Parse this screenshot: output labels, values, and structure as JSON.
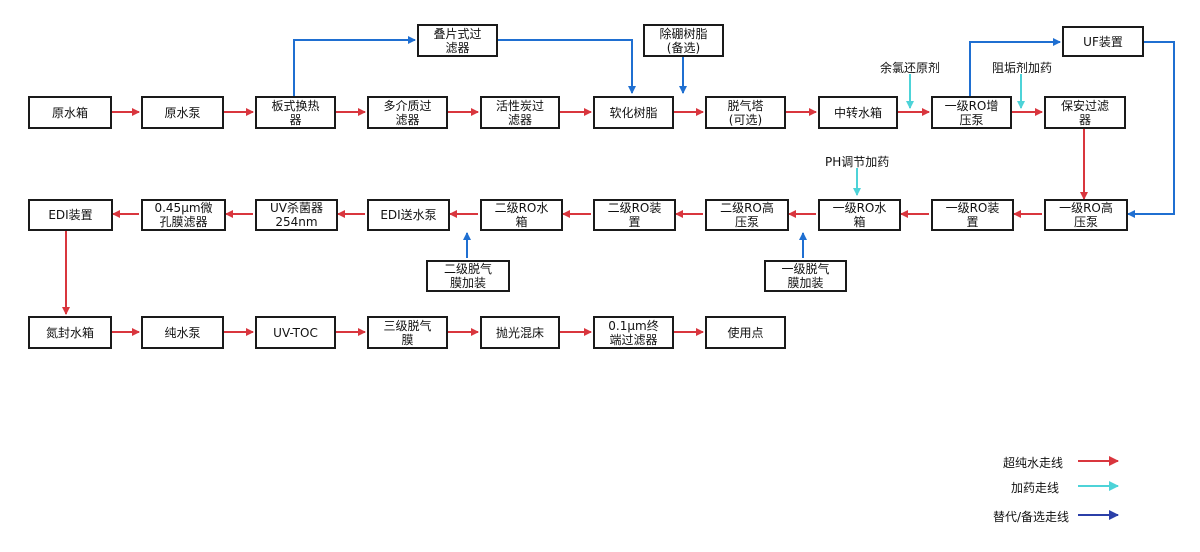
{
  "nodes": {
    "yuanshuixiang": "原水箱",
    "yuanshuibeng": "原水泵",
    "banshi": "板式换热\n器",
    "duojiezhi": "多介质过\n滤器",
    "huoxingtan": "活性炭过\n滤器",
    "ruanhua": "软化树脂",
    "tuoqita": "脱气塔\n(可选)",
    "zhongzhuan": "中转水箱",
    "ro1_zengya": "一级RO增\n压泵",
    "baoan": "保安过滤\n器",
    "diepian": "叠片式过\n滤器",
    "chupeng": "除硼树脂\n(备选)",
    "uf": "UF装置",
    "edi": "EDI装置",
    "wkl": "0.45μm微\n孔膜滤器",
    "uv254": "UV杀菌器\n254nm",
    "edi_pump": "EDI送水泵",
    "ro2_tank": "二级RO水\n箱",
    "ro2_dev": "二级RO装\n置",
    "ro2_hp": "二级RO高\n压泵",
    "ro1_tank": "一级RO水\n箱",
    "ro1_dev": "一级RO装\n置",
    "ro1_hp": "一级RO高\n压泵",
    "degas2": "二级脱气\n膜加装",
    "degas1": "一级脱气\n膜加装",
    "danfeng": "氮封水箱",
    "chunshuibeng": "纯水泵",
    "uvtoc": "UV-TOC",
    "degas3": "三级脱气\n膜",
    "paoguang": "抛光混床",
    "terminal": "0.1μm终\n端过滤器",
    "usepoint": "使用点"
  },
  "labels": {
    "yulv": "余氯还原剂",
    "zugou": "阻垢剂加药",
    "ph": "PH调节加药"
  },
  "legend": [
    {
      "label": "超纯水走线",
      "color": "#d9363e"
    },
    {
      "label": "加药走线",
      "color": "#4dd3d8"
    },
    {
      "label": "替代/备选走线",
      "color": "#2b3fa8"
    }
  ],
  "colors": {
    "main": "#d9363e",
    "dose": "#4dd3d8",
    "alt": "#1f6fd1",
    "border": "#1a1a1a"
  }
}
